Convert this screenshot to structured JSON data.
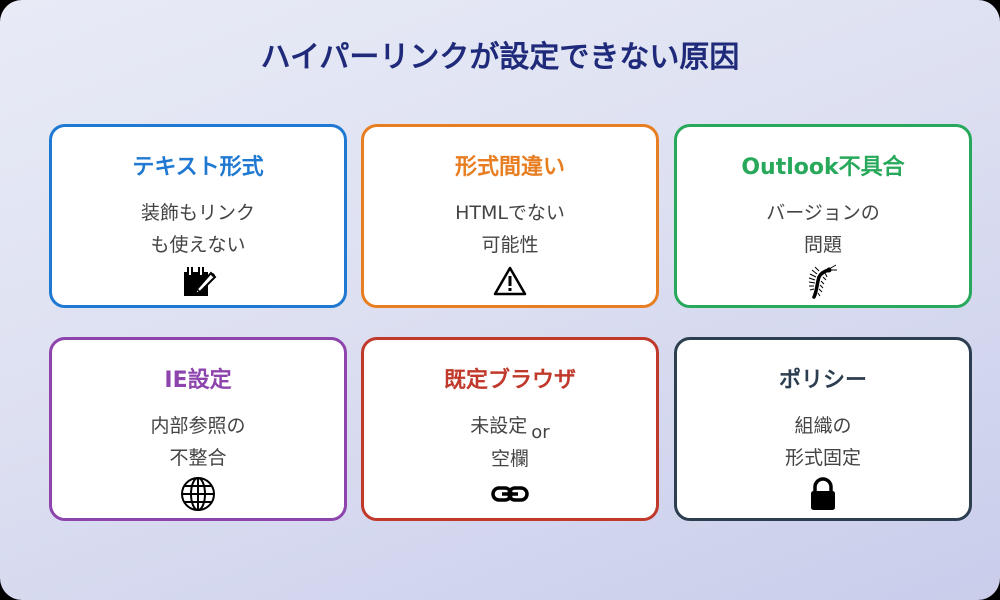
{
  "title": "ハイパーリンクが設定できない原因",
  "colors": {
    "title": "#1f2a7a",
    "background_start": "#e8ebf6",
    "background_end": "#c9cdeb",
    "card_background": "#ffffff",
    "description_text": "#444444"
  },
  "cards": [
    {
      "title": "テキスト形式",
      "color": "#1f78d1",
      "lines": [
        "装飾もリンク",
        "も使えない"
      ],
      "icon": "memo-pencil-icon"
    },
    {
      "title": "形式間違い",
      "color": "#e87e22",
      "lines": [
        "HTMLでない",
        "可能性"
      ],
      "icon": "warning-triangle-icon"
    },
    {
      "title": "Outlook不具合",
      "color": "#27a85a",
      "lines": [
        "バージョンの",
        "問題"
      ],
      "icon": "bug-centipede-icon"
    },
    {
      "title": "IE設定",
      "color": "#8e44ad",
      "lines": [
        "内部参照の",
        "不整合"
      ],
      "icon": "globe-icon"
    },
    {
      "title": "既定ブラウザ",
      "color": "#c0392b",
      "lines": [
        "未設定",
        "空欄"
      ],
      "line1_suffix": "or",
      "icon": "chain-link-icon"
    },
    {
      "title": "ポリシー",
      "color": "#2c3e50",
      "lines": [
        "組織の",
        "形式固定"
      ],
      "icon": "padlock-icon"
    }
  ]
}
